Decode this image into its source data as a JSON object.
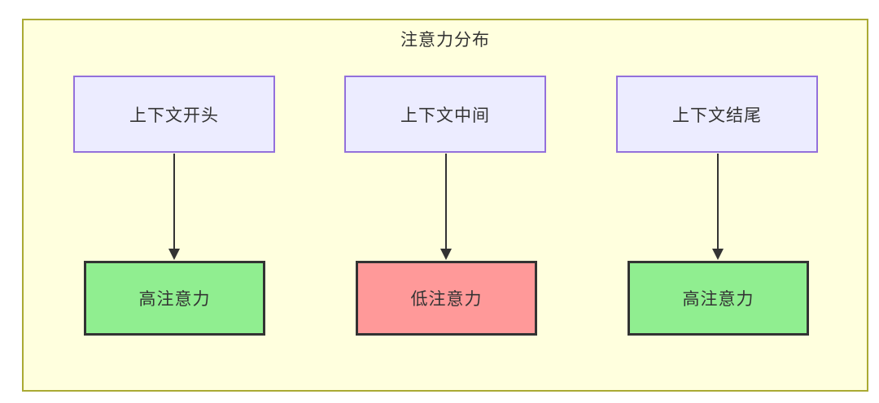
{
  "diagram": {
    "title": "注意力分布",
    "colors": {
      "frame_fill": "#ffffde",
      "frame_border": "#aaaa33",
      "source_fill": "#ececff",
      "source_border": "#9370db",
      "high_attention_fill": "#90ee90",
      "low_attention_fill": "#ff9999",
      "target_border": "#333333",
      "text": "#333333",
      "arrow": "#333333"
    },
    "columns": [
      {
        "source": {
          "label": "上下文开头"
        },
        "target": {
          "label": "高注意力",
          "level": "high",
          "fill": "#90ee90"
        }
      },
      {
        "source": {
          "label": "上下文中间"
        },
        "target": {
          "label": "低注意力",
          "level": "low",
          "fill": "#ff9999"
        }
      },
      {
        "source": {
          "label": "上下文结尾"
        },
        "target": {
          "label": "高注意力",
          "level": "high",
          "fill": "#90ee90"
        }
      }
    ]
  }
}
